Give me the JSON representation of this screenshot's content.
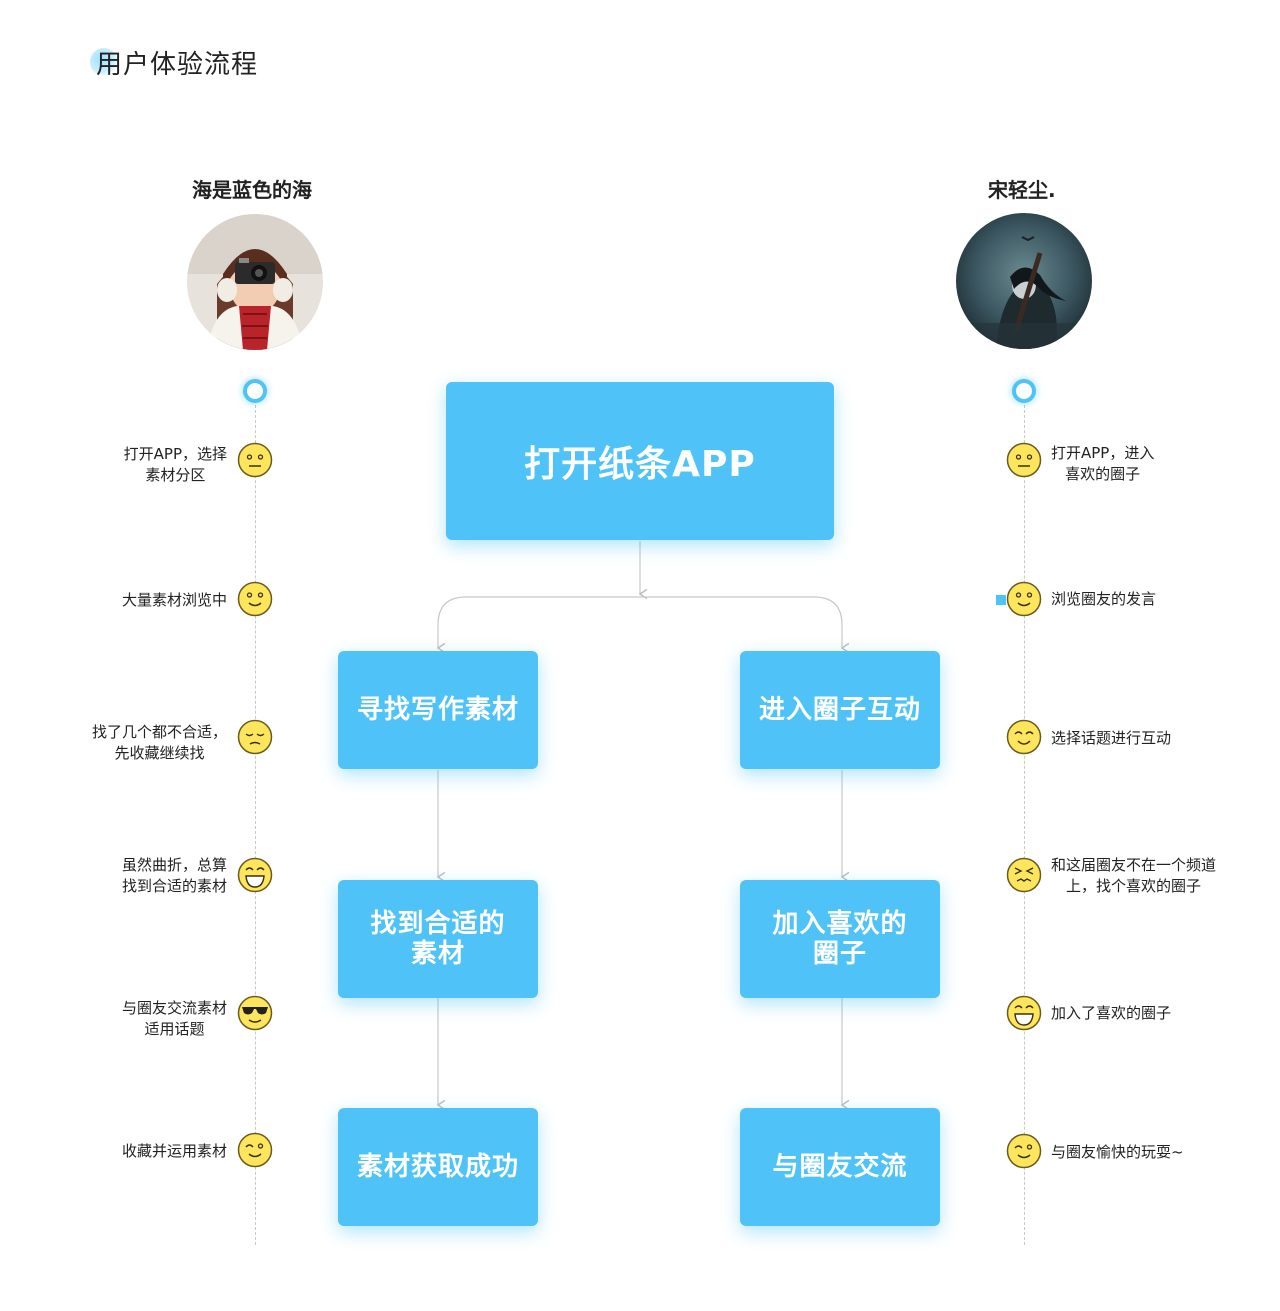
{
  "page": {
    "title": "用户体验流程"
  },
  "users": {
    "left_name": "海是蓝色的海",
    "right_name": "宋轻尘."
  },
  "flow": {
    "start": "打开纸条APP",
    "left_branch": [
      "寻找写作素材",
      "找到合适的\n素材",
      "素材获取成功"
    ],
    "right_branch": [
      "进入圈子互动",
      "加入喜欢的\n圈子",
      "与圈友交流"
    ]
  },
  "left_steps": [
    {
      "text": "打开APP，选择\n素材分区",
      "emotion": "neutral-face-icon"
    },
    {
      "text": "大量素材浏览中",
      "emotion": "smile-face-icon"
    },
    {
      "text": "找了几个都不合适，\n先收藏继续找",
      "emotion": "sad-face-icon"
    },
    {
      "text": "虽然曲折，总算\n找到合适的素材",
      "emotion": "grin-face-icon"
    },
    {
      "text": "与圈友交流素材\n适用话题",
      "emotion": "sunglasses-face-icon"
    },
    {
      "text": "收藏并运用素材",
      "emotion": "wink-face-icon"
    }
  ],
  "right_steps": [
    {
      "text": "打开APP，进入\n喜欢的圈子",
      "emotion": "neutral-face-icon"
    },
    {
      "text": "浏览圈友的发言",
      "emotion": "smile-face-icon"
    },
    {
      "text": "选择话题进行互动",
      "emotion": "happy-face-icon"
    },
    {
      "text": "和这届圈友不在一个频道\n上，找个喜欢的圈子",
      "emotion": "squint-face-icon"
    },
    {
      "text": "加入了喜欢的圈子",
      "emotion": "grin-face-icon"
    },
    {
      "text": "与圈友愉快的玩耍~",
      "emotion": "wink-face-icon"
    }
  ],
  "colors": {
    "accent": "#4fc3f7",
    "face": "#fde55c",
    "face_outline": "#6b5a1e"
  }
}
